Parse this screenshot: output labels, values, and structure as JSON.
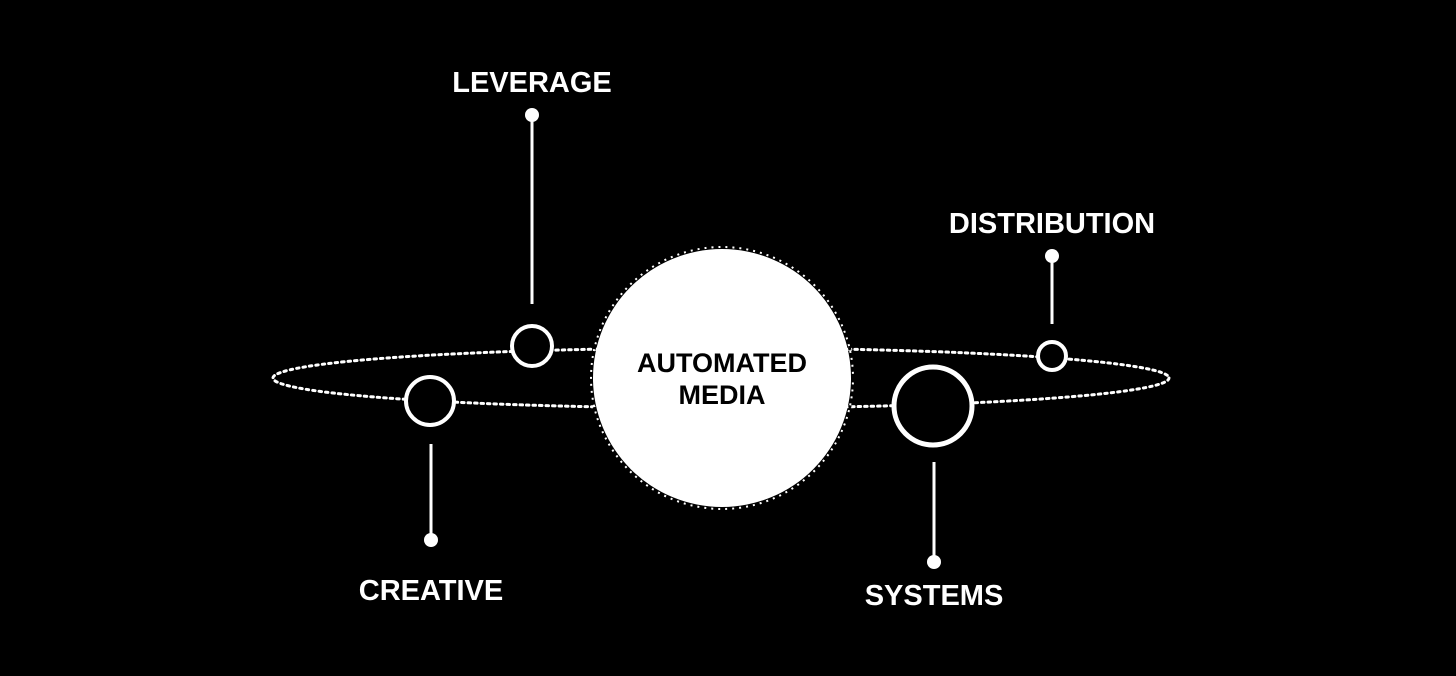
{
  "diagram": {
    "center": {
      "line1": "AUTOMATED",
      "line2": "MEDIA"
    },
    "nodes": {
      "leverage": "LEVERAGE",
      "creative": "CREATIVE",
      "distribution": "DISTRIBUTION",
      "systems": "SYSTEMS"
    }
  },
  "colors": {
    "background": "#000000",
    "foreground": "#ffffff"
  }
}
